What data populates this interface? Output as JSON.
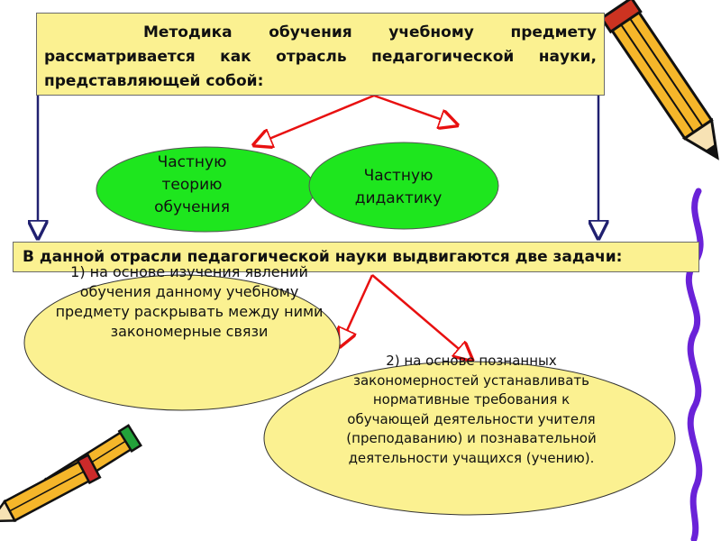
{
  "header": {
    "text": "Методика обучения учебному предмету рассматривается как отрасль педагогической науки, представляющей собой:"
  },
  "branches": {
    "left": "Частную теорию обучения",
    "right": "Частную дидактику"
  },
  "tasks_heading": {
    "text": "В данной отрасли педагогической науки выдвигаются две задачи:"
  },
  "tasks": {
    "first": "1)   на основе изучения явлений обучения данному учебному предмету раскрывать между ними закономерные связи",
    "second": "2) на основе познанных закономерностей устанавливать нормативные требования к обучающей деятельности учителя (преподаванию) и познавательной деятельности учащихся (учению)."
  },
  "colors": {
    "box_fill": "#fbf191",
    "oval_green": "#1ee61e",
    "oval_yellow": "#fbf191",
    "arrow_red": "#e81010",
    "arrow_blue": "#202070",
    "squiggle_purple": "#6a22d8"
  }
}
